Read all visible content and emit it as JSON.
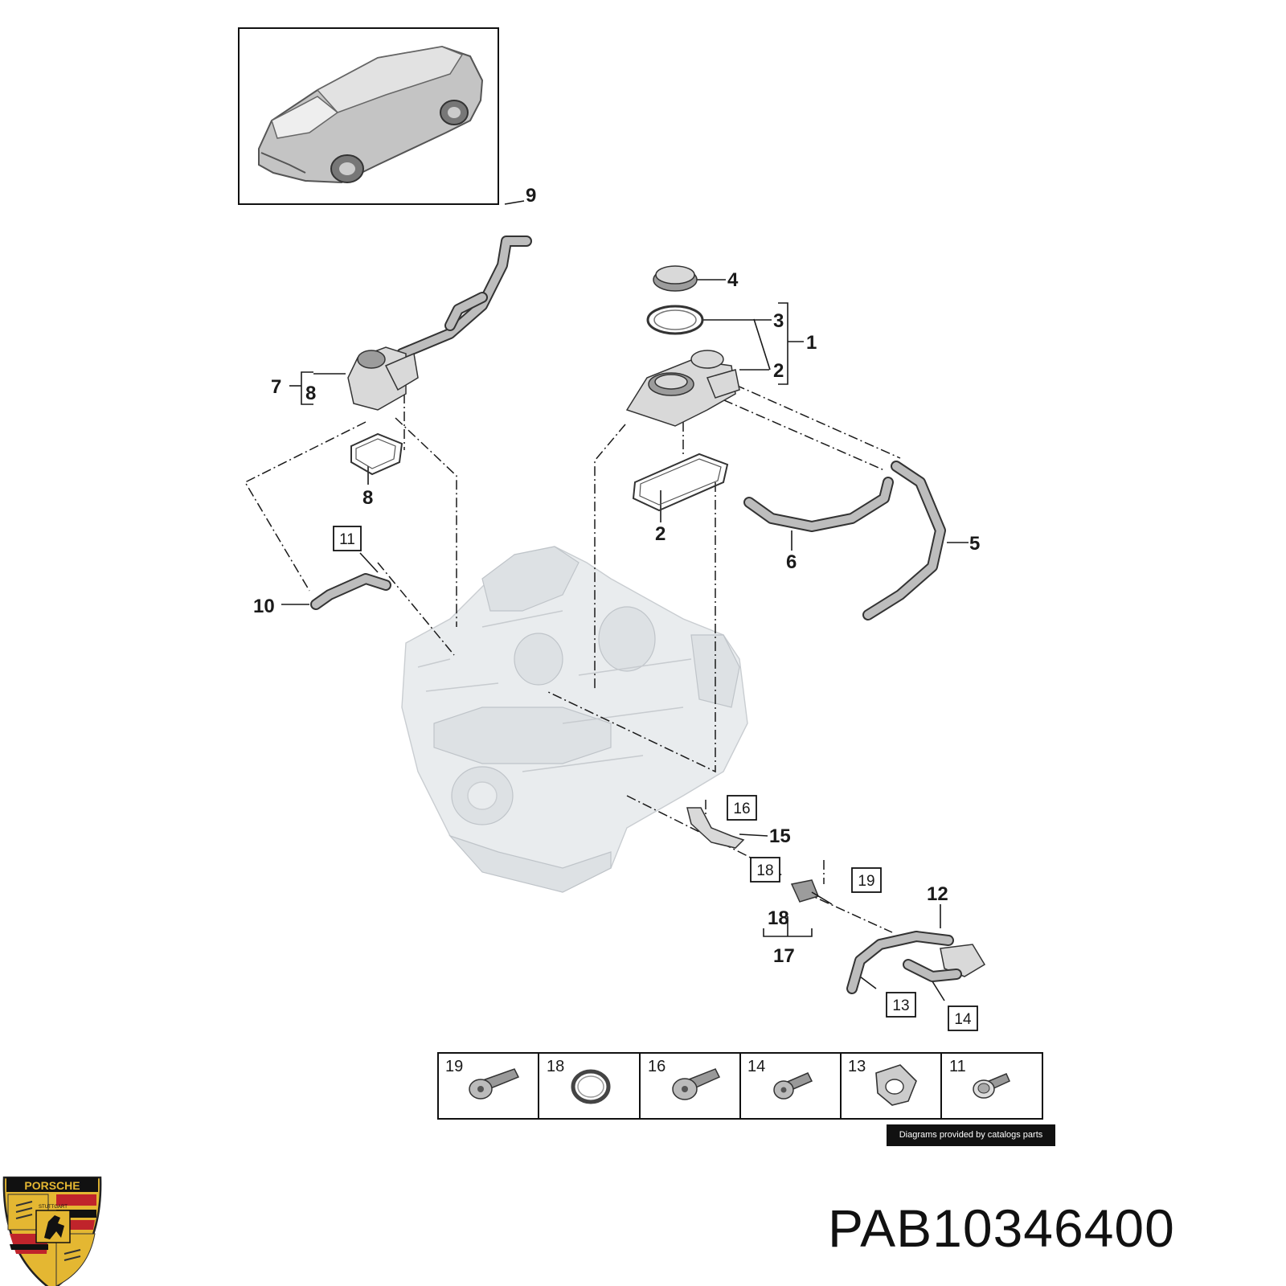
{
  "callouts": {
    "c1": "1",
    "c2a": "2",
    "c2b": "2",
    "c3": "3",
    "c4": "4",
    "c5": "5",
    "c6": "6",
    "c7": "7",
    "c8a": "8",
    "c8b": "8",
    "c9": "9",
    "c10": "10",
    "c12": "12",
    "c15": "15",
    "c17": "17",
    "c18": "18"
  },
  "boxed_refs": {
    "b11": "11",
    "b13": "13",
    "b14": "14",
    "b16": "16",
    "b18": "18",
    "b19": "19"
  },
  "hardware_table": [
    {
      "num": "19",
      "icon": "bolt-icon"
    },
    {
      "num": "18",
      "icon": "seal-ring-icon"
    },
    {
      "num": "16",
      "icon": "bolt-icon"
    },
    {
      "num": "14",
      "icon": "bolt-icon"
    },
    {
      "num": "13",
      "icon": "clip-icon"
    },
    {
      "num": "11",
      "icon": "flange-bolt-icon"
    }
  ],
  "credit": "Diagrams provided by catalogs parts",
  "part_number": "PAB10346400",
  "logo": {
    "text": "PORSCHE",
    "city": "STUTTGART"
  },
  "colors": {
    "ink": "#1a1a1a",
    "part": "#d9d9d9",
    "engine": "#e9ecee",
    "logo_red": "#c0242b",
    "logo_gold": "#e4b732"
  }
}
